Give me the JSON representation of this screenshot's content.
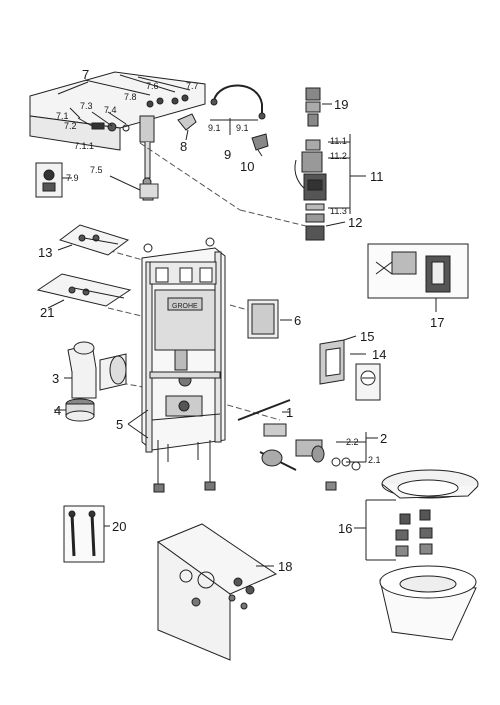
{
  "diagram": {
    "brand_on_frame": "GROHE",
    "callouts": {
      "c7": "7",
      "c7_6": "7.6",
      "c7_7": "7.7",
      "c7_8": "7.8",
      "c7_1": "7.1",
      "c7_1_1": "7.1.1",
      "c7_2": "7.2",
      "c7_3": "7.3",
      "c7_4": "7.4",
      "c7_5": "7.5",
      "c7_9": "7.9",
      "c8": "8",
      "c9": "9",
      "c9_1a": "9.1",
      "c9_1b": "9.1",
      "c10": "10",
      "c19": "19",
      "c11": "11",
      "c11_1": "11.1",
      "c11_2": "11.2",
      "c11_3": "11.3",
      "c12": "12",
      "c13": "13",
      "c21": "21",
      "c6": "6",
      "c17": "17",
      "c15": "15",
      "c14": "14",
      "c3": "3",
      "c4": "4",
      "c5": "5",
      "c1": "1",
      "c2": "2",
      "c2_2": "2.2",
      "c2_1": "2.1",
      "c16": "16",
      "c20": "20",
      "c18": "18"
    }
  }
}
